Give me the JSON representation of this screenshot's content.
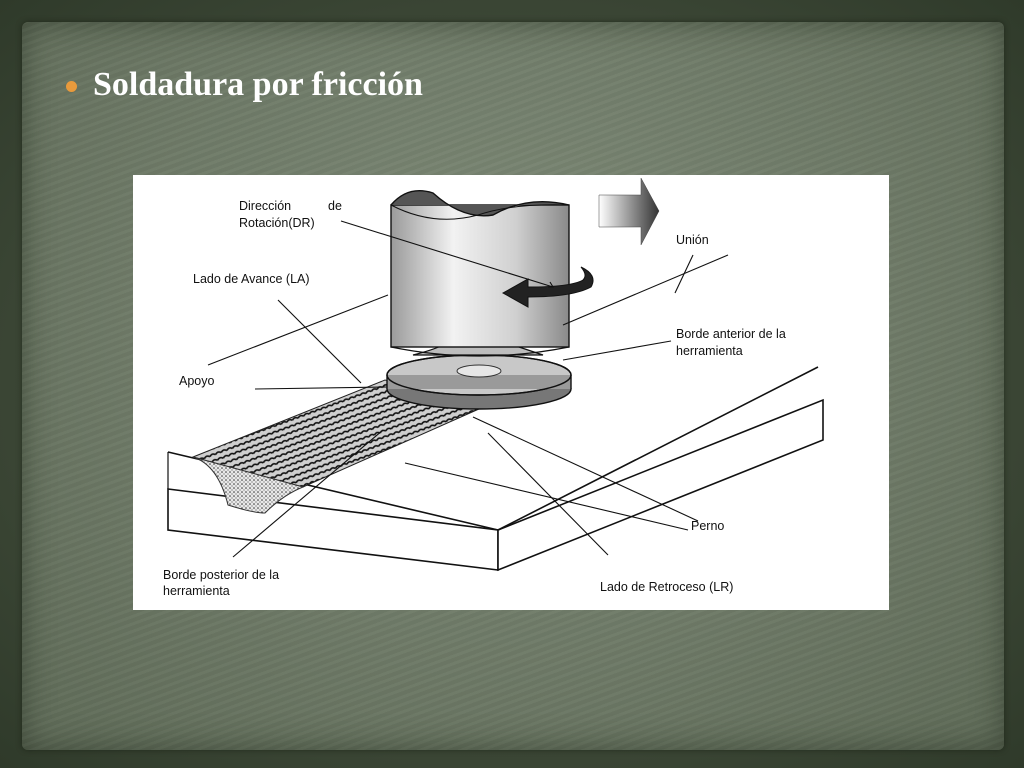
{
  "slide": {
    "title": "Soldadura por fricción"
  },
  "diagram": {
    "labels": {
      "direccion_1": "Dirección",
      "direccion_de": "de",
      "direccion_2": "Rotación(DR)",
      "union": "Unión",
      "lado_avance": "Lado de Avance (LA)",
      "borde_anterior_1": "Borde anterior de la",
      "borde_anterior_2": "herramienta",
      "apoyo": "Apoyo",
      "perno": "Perno",
      "borde_posterior_1": "Borde posterior de la",
      "borde_posterior_2": "herramienta",
      "lado_retroceso": "Lado de Retroceso (LR)"
    }
  },
  "colors": {
    "bullet": "#e89a3c",
    "title": "#ffffff"
  }
}
